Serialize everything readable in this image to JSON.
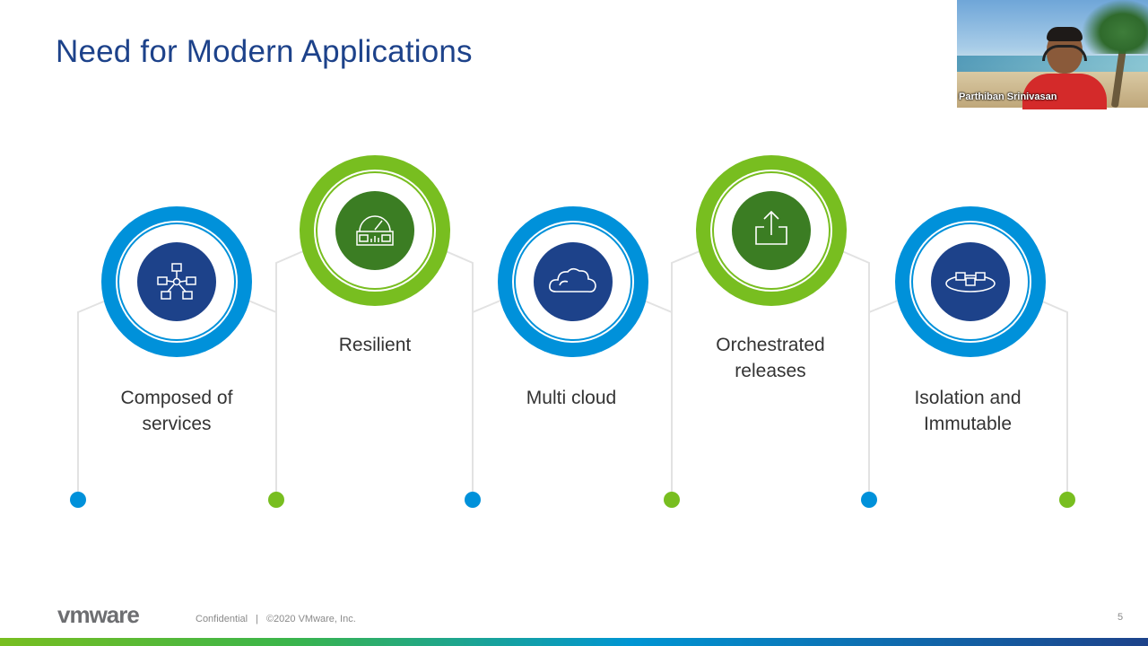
{
  "slide": {
    "title": "Need for Modern Applications",
    "page_number": "5"
  },
  "items": [
    {
      "label": "Composed of\nservices",
      "icon": "network-services-icon",
      "color": "#0091da"
    },
    {
      "label": "Resilient",
      "icon": "speedometer-icon",
      "color": "#78be20"
    },
    {
      "label": "Multi cloud",
      "icon": "cloud-icon",
      "color": "#0091da"
    },
    {
      "label": "Orchestrated\nreleases",
      "icon": "upload-icon",
      "color": "#78be20"
    },
    {
      "label": "Isolation and\nImmutable",
      "icon": "isolated-containers-icon",
      "color": "#0091da"
    }
  ],
  "colors": {
    "blue": "#0091da",
    "dark_blue": "#1d428a",
    "green": "#78be20",
    "dark_green": "#3b7d23",
    "line_gray": "#e2e2e2"
  },
  "video": {
    "speaker_name": "Parthiban Srinivasan"
  },
  "footer": {
    "logo": "vmware",
    "confidential": "Confidential",
    "copyright": "©2020 VMware, Inc."
  }
}
